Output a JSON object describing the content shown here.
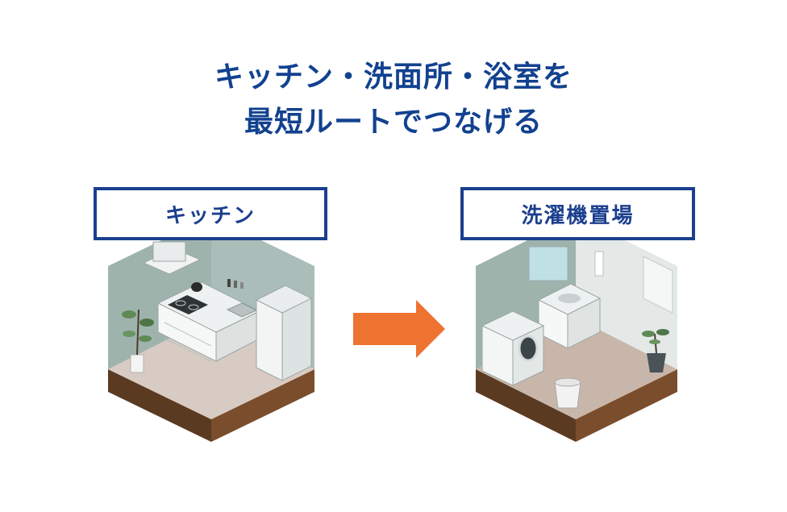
{
  "title": {
    "line1": "キッチン・洗面所・浴室を",
    "line2": "最短ルートでつなげる"
  },
  "left_room": {
    "label": "キッチン"
  },
  "right_room": {
    "label": "洗濯機置場"
  },
  "colors": {
    "title": "#12418f",
    "box_border": "#1b3f8f",
    "arrow": "#ee7230",
    "floor": "#d8cbc3",
    "floor_dark": "#c7b6aa",
    "soil_front": "#5b3a22",
    "soil_side": "#7a4d2c",
    "wall": "#9fb3ad",
    "wall_light": "#dfe4e3"
  }
}
